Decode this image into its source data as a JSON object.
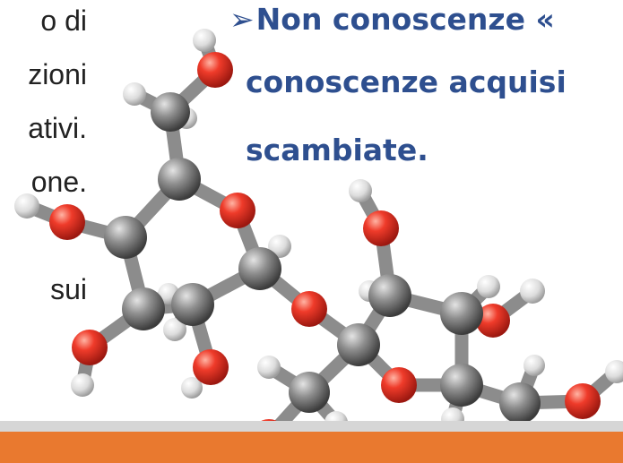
{
  "left_text": {
    "line1": "o  di",
    "line2": "zioni",
    "line3": "ativi.",
    "line4": "one.",
    "line5": "sui"
  },
  "heading": {
    "arrow": "➢",
    "line1": "Non conoscenze «",
    "line2": "conoscenze acquisi",
    "line3": "scambiate."
  },
  "colors": {
    "heading": "#2e4f8f",
    "carbon": "#8a8a8a",
    "oxygen": "#e8372a",
    "hydrogen": "#e6e6e6",
    "band_gray": "#d6d6d6",
    "band_orange": "#e9792f"
  },
  "image": {
    "subject": "molecule-model-icon"
  }
}
